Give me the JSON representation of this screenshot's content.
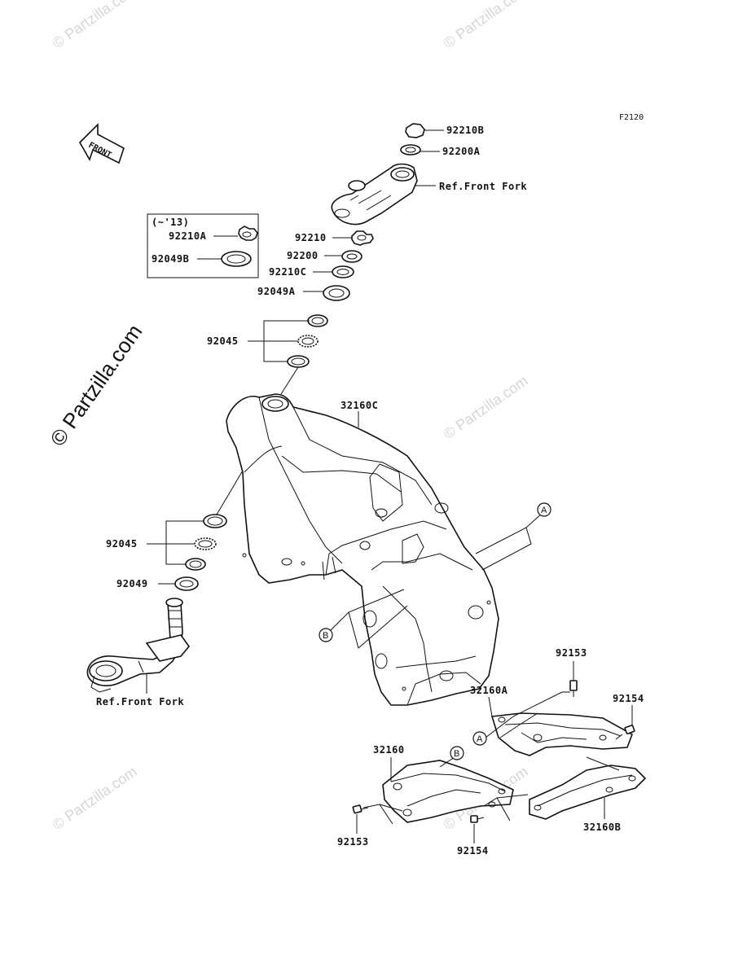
{
  "diagram_code": "F2120",
  "front_label": "FRONT",
  "watermark_text": "© Partzilla.com",
  "inset_box": {
    "title": "(~'13)",
    "labels": [
      "92210A",
      "92049B"
    ]
  },
  "ref_labels": {
    "upper": "Ref.Front Fork",
    "lower": "Ref.Front Fork"
  },
  "part_labels": {
    "p92210B": "92210B",
    "p92200A": "92200A",
    "p92210": "92210",
    "p92200": "92200",
    "p92210C": "92210C",
    "p92049A": "92049A",
    "p92045_upper": "92045",
    "p32160C": "32160C",
    "p92045_lower": "92045",
    "p92049": "92049",
    "p92153_right": "92153",
    "p32160A": "32160A",
    "p92154_right": "92154",
    "p32160": "32160",
    "p92153_left": "92153",
    "p92154_left": "92154",
    "p32160B": "32160B"
  },
  "callouts": {
    "A_main": "A",
    "B_main": "B",
    "A_bracket": "A",
    "B_bracket": "B"
  }
}
